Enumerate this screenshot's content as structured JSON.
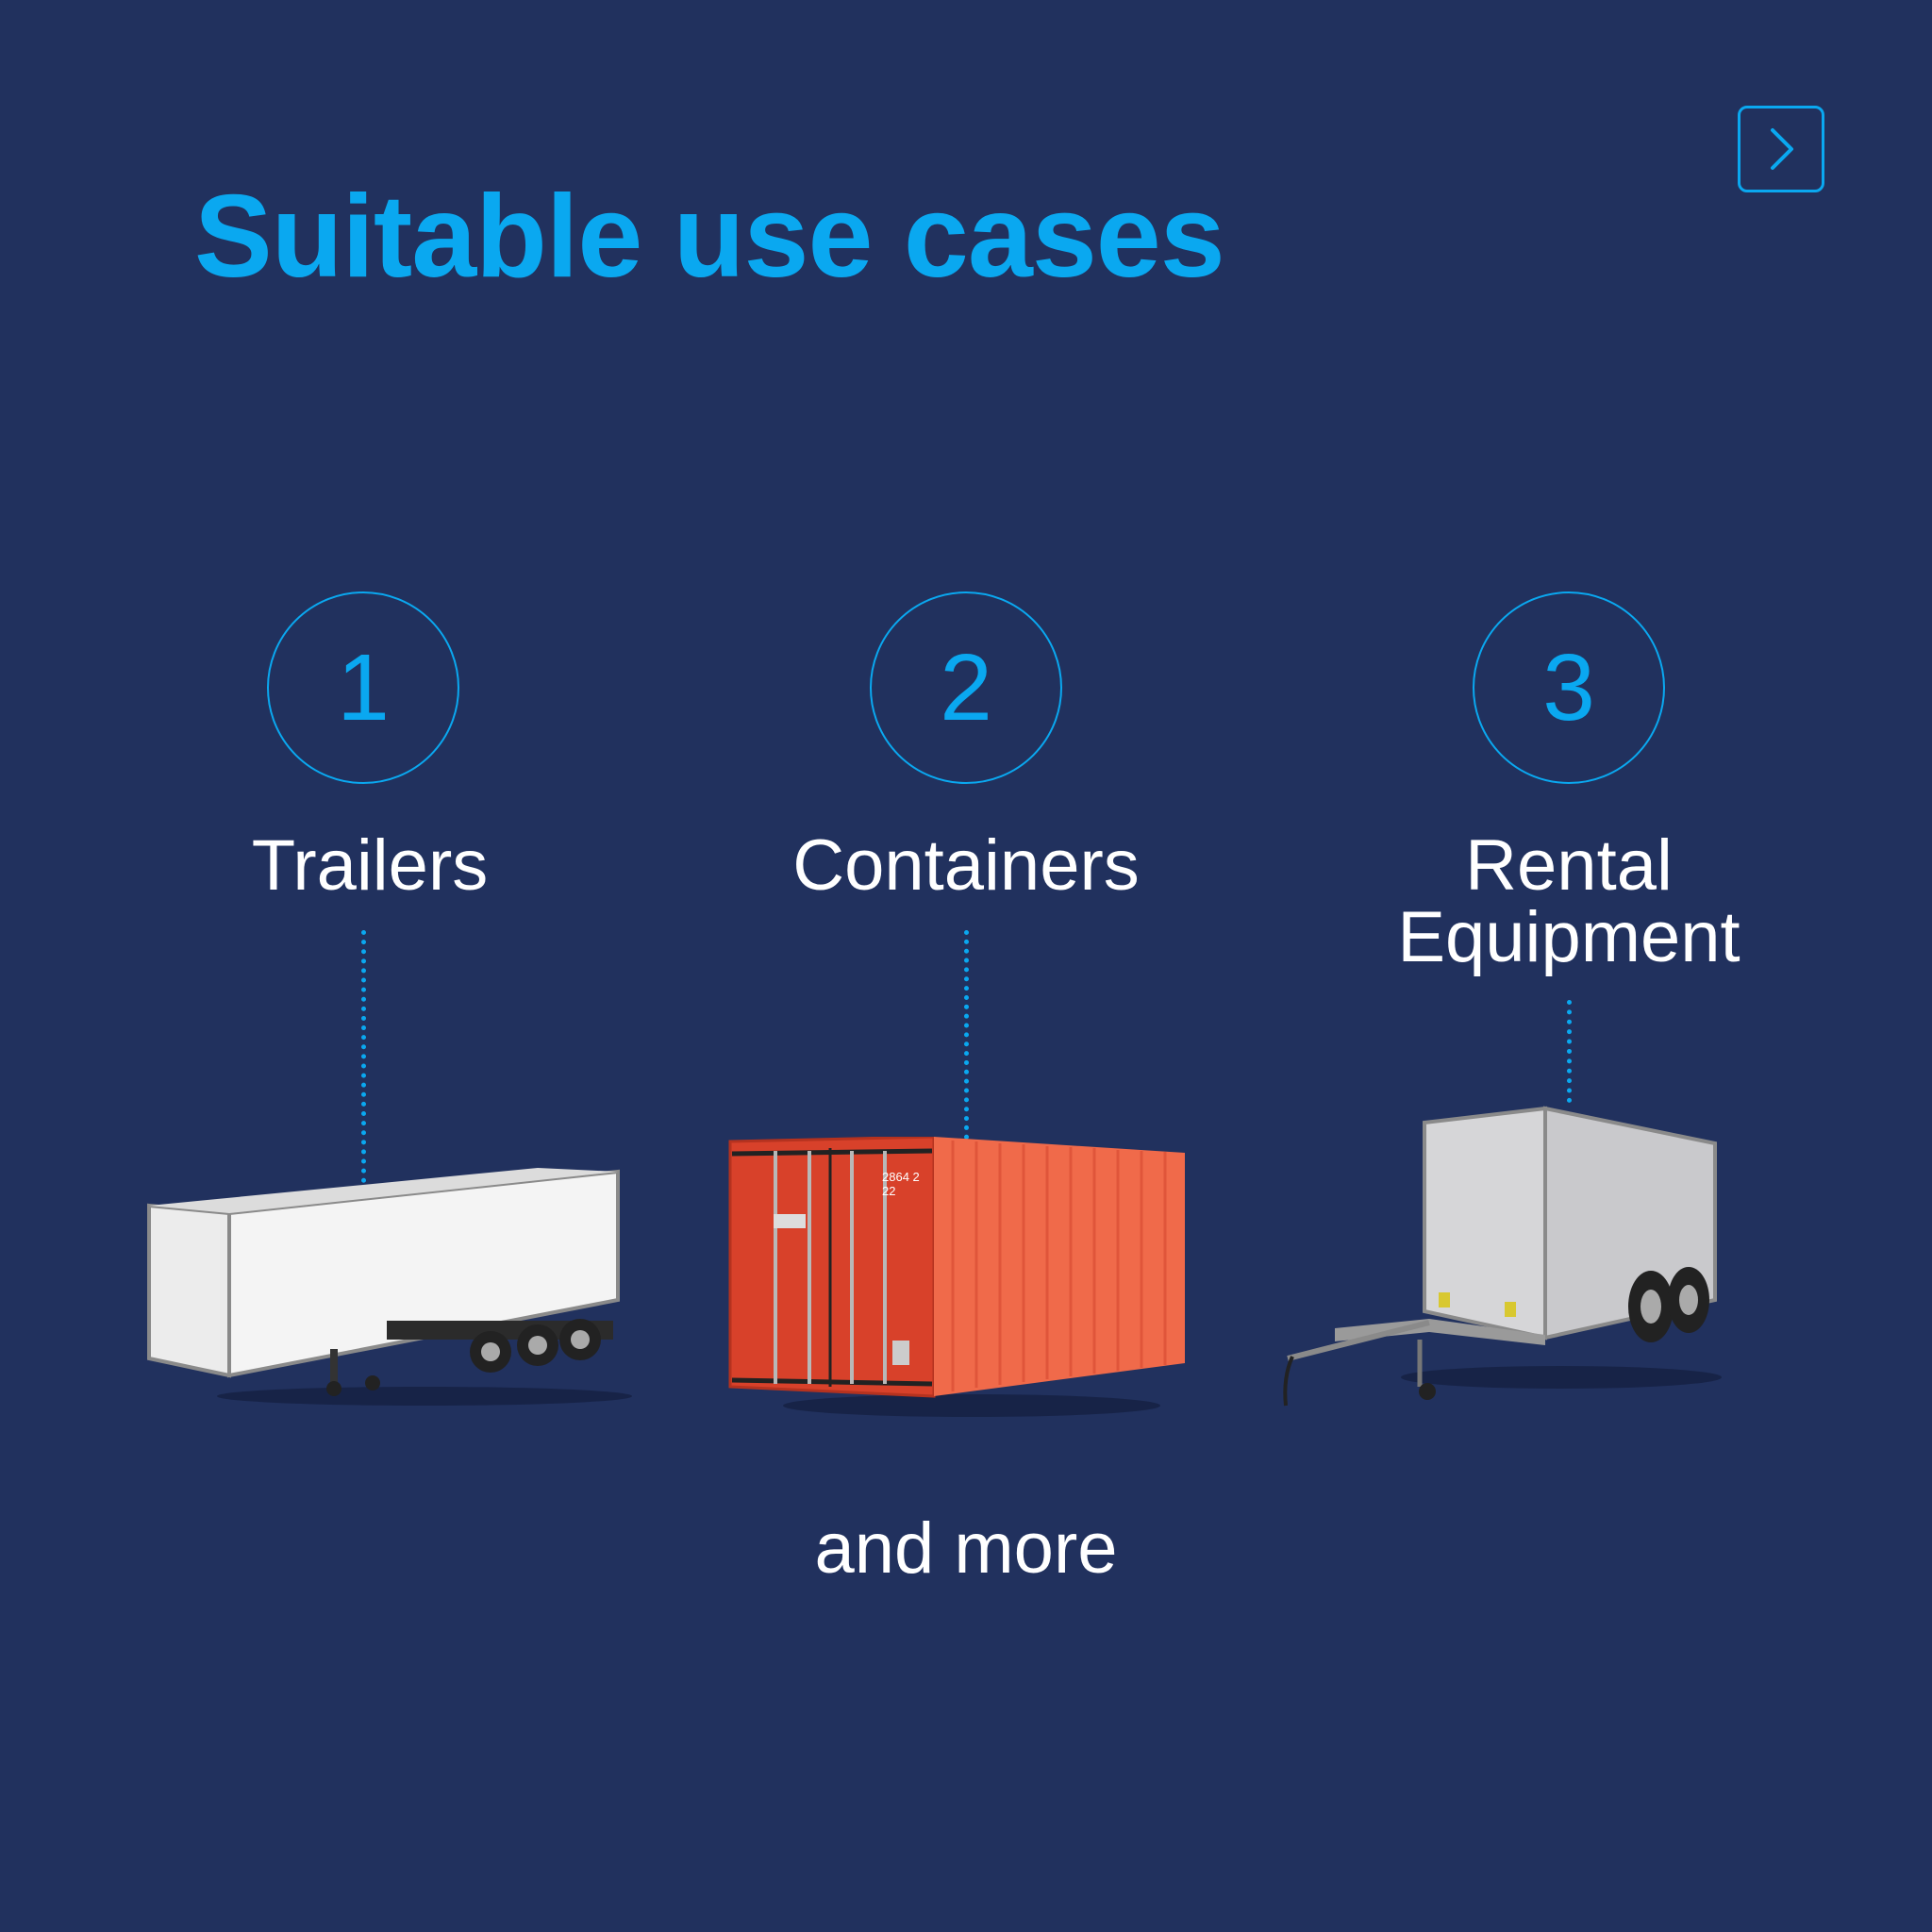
{
  "title": "Suitable use cases",
  "next_button": {
    "icon": "chevron-right-icon"
  },
  "accent_color": "#0aa8f0",
  "background_color": "#21315e",
  "use_cases": [
    {
      "number": "1",
      "label": "Trailers",
      "image": "semi-trailer"
    },
    {
      "number": "2",
      "label": "Containers",
      "image": "shipping-container"
    },
    {
      "number": "3",
      "label_line1": "Rental",
      "label_line2": "Equipment",
      "image": "box-trailer"
    }
  ],
  "container_markings": {
    "id_line1": "2864 2",
    "id_line2": "22"
  },
  "footer": "and more"
}
